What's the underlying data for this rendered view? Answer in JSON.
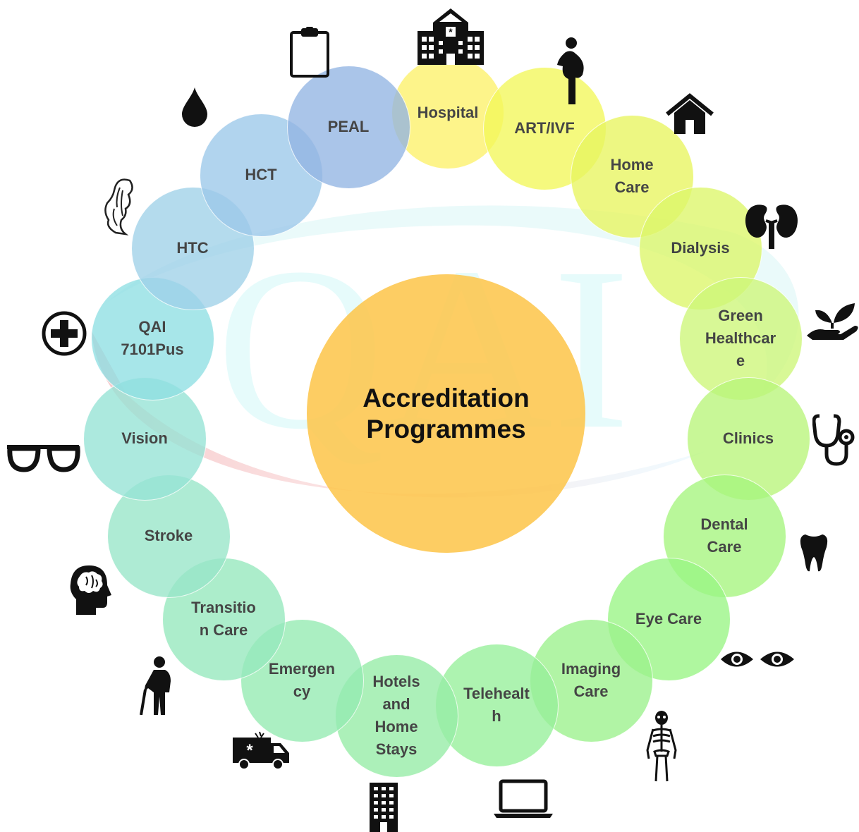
{
  "diagram": {
    "center_title": "Accreditation\nProgrammes",
    "watermark": "QAI",
    "programmes": [
      {
        "label": "Hospital",
        "color": "#fdf16a",
        "icon": "hospital-building-icon"
      },
      {
        "label": "ART/IVF",
        "color": "#f3f85a",
        "icon": "pregnant-woman-icon"
      },
      {
        "label": "Home\nCare",
        "color": "#e8f660",
        "icon": "house-icon"
      },
      {
        "label": "Dialysis",
        "color": "#ddf76a",
        "icon": "kidneys-icon"
      },
      {
        "label": "Green\nHealthcar\ne",
        "color": "#cef779",
        "icon": "plant-in-hand-icon"
      },
      {
        "label": "Clinics",
        "color": "#b9f67a",
        "icon": "stethoscope-icon"
      },
      {
        "label": "Dental\nCare",
        "color": "#a6f67e",
        "icon": "tooth-icon"
      },
      {
        "label": "Eye Care",
        "color": "#99f685",
        "icon": "eyes-icon"
      },
      {
        "label": "Imaging\nCare",
        "color": "#9cf28c",
        "icon": "skeleton-icon"
      },
      {
        "label": "Telehealt\nh",
        "color": "#97f09a",
        "icon": "laptop-icon"
      },
      {
        "label": "Hotels\nand\nHome\nStays",
        "color": "#96eda6",
        "icon": "hotel-building-icon"
      },
      {
        "label": "Emergen\ncy",
        "color": "#94ebb2",
        "icon": "ambulance-icon"
      },
      {
        "label": "Transitio\nn Care",
        "color": "#96e9bd",
        "icon": "elderly-person-icon"
      },
      {
        "label": "Stroke",
        "color": "#98e6c9",
        "icon": "brain-head-icon"
      },
      {
        "label": "Vision",
        "color": "#96e4d6",
        "icon": "glasses-icon"
      },
      {
        "label": "QAI\n7101Pus",
        "color": "#8fdfe3",
        "icon": "medical-cross-icon"
      },
      {
        "label": "HTC",
        "color": "#9fd1e9",
        "icon": "woman-hair-icon"
      },
      {
        "label": "HCT",
        "color": "#9cc8ea",
        "icon": "blood-drop-icon"
      },
      {
        "label": "PEAL",
        "color": "#93b5e3",
        "icon": "clipboard-icon"
      }
    ]
  }
}
